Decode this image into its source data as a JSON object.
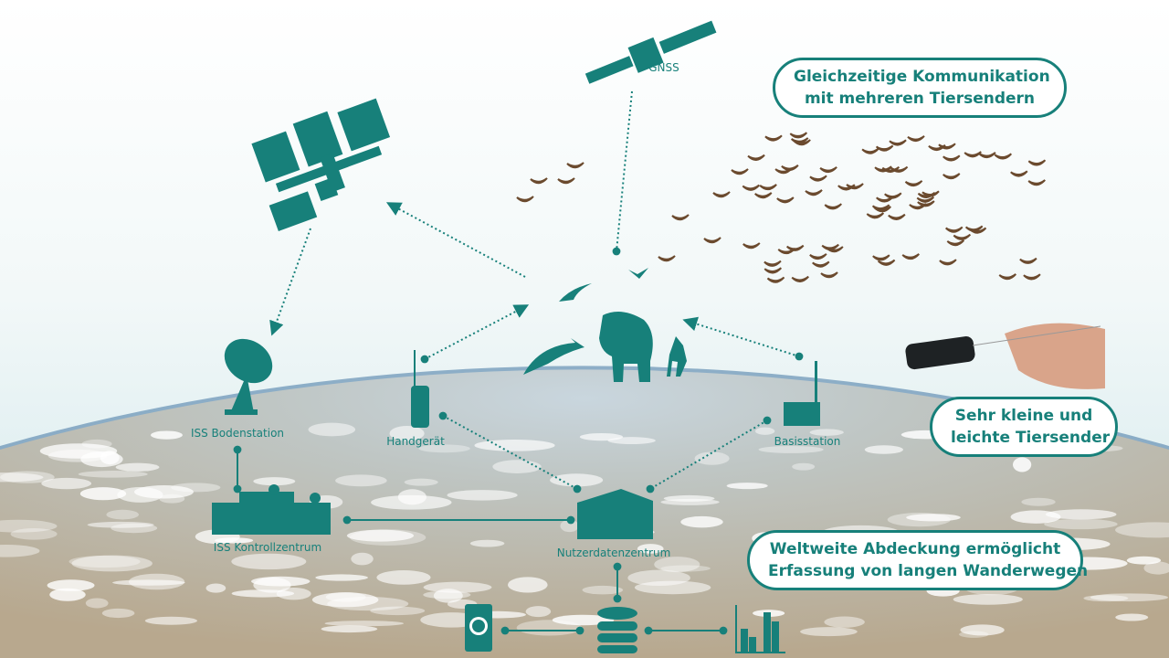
{
  "labels": {
    "gnss": "GNSS",
    "iss_ground_station": "ISS Bodenstation",
    "handheld": "Handgerät",
    "base_station": "Basisstation",
    "iss_control_center": "ISS Kontrollzentrum",
    "user_data_center": "Nutzerdatenzentrum"
  },
  "callouts": {
    "simultaneous": [
      "Gleichzeitige Kommunikation",
      "mit mehreren Tiersendern"
    ],
    "small_tags": [
      "Sehr kleine und",
      "leichte Tiersender"
    ],
    "coverage": [
      "Weltweite Abdeckung ermöglicht",
      "Erfassung von langen Wanderwegen"
    ]
  },
  "colors": {
    "accent": "#17807a",
    "bird": "#6b4a2e"
  }
}
